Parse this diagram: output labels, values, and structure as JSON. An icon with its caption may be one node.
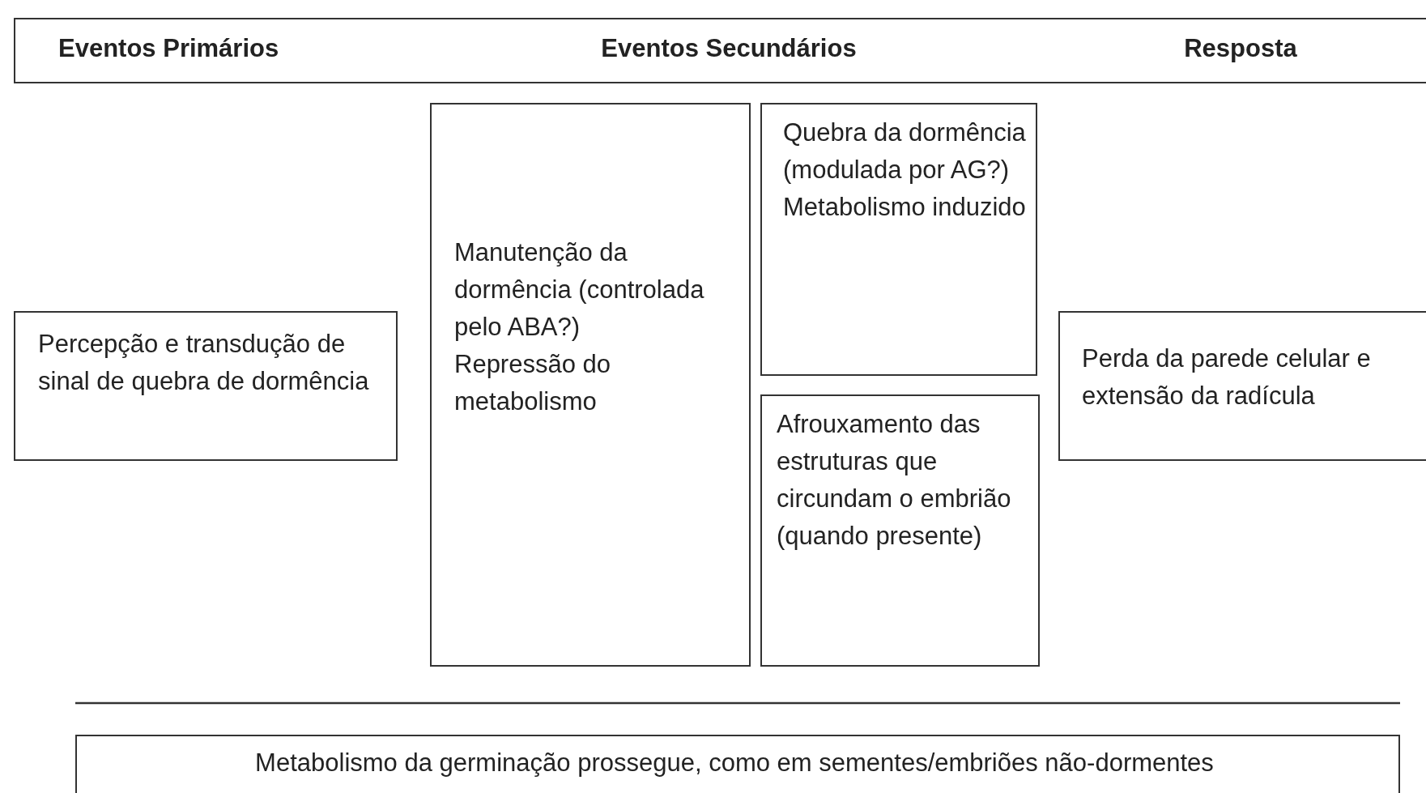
{
  "diagram": {
    "nodes": [
      {
        "text": [
          "Eventos Primários",
          "Eventos Secundários",
          "Resposta"
        ]
      },
      {
        "text": [
          "Percepção e transdução de sinal de quebra de dormência"
        ]
      },
      {
        "text": [
          "Manutenção da dormência (controlada pelo ABA?)",
          "Repressão do metabolismo"
        ]
      },
      {
        "text": [
          "Quebra da dormência (modulada por AG?)",
          "Metabolismo induzido"
        ]
      },
      {
        "text": [
          "Afrouxamento das estruturas que circundam o embrião (quando presente)"
        ]
      },
      {
        "text": [
          "Perda da parede celular e extensão da radícula"
        ]
      },
      {
        "text": [
          "Metabolismo da germinação prossegue, como em sementes/embriões não-dormentes"
        ]
      }
    ],
    "edges": []
  }
}
